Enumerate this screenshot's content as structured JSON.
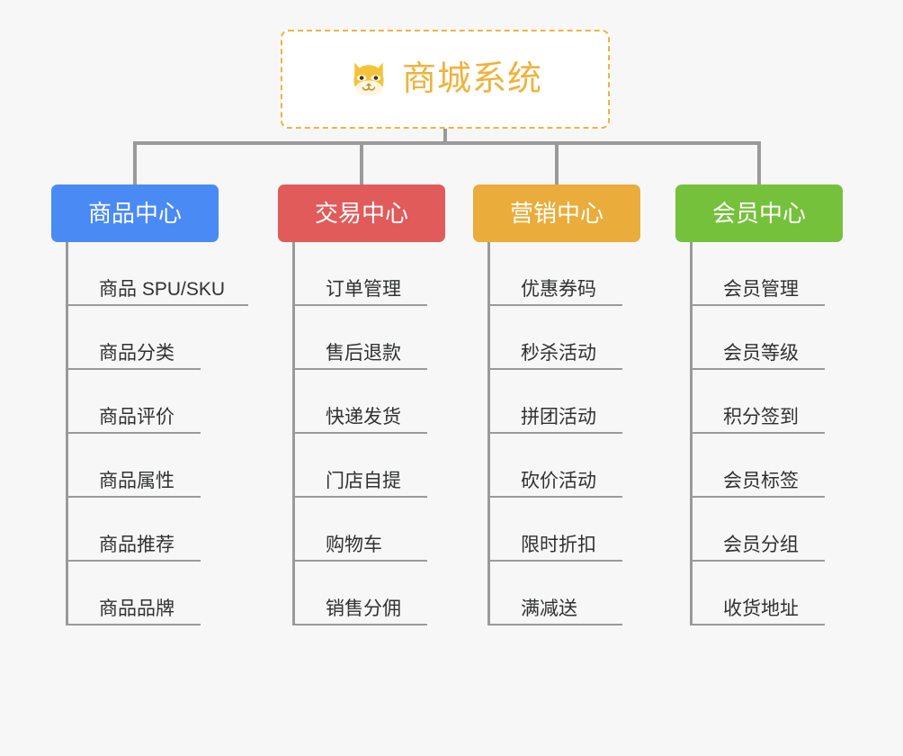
{
  "diagram": {
    "type": "mindmap",
    "background_color": "#f7f7f7",
    "connector_color": "#9a9a9a",
    "root": {
      "title": "商城系统",
      "icon": "dog-face-icon",
      "text_color": "#f0b23c",
      "border_color": "#f0b33e",
      "border_style": "dashed",
      "background_color": "#ffffff"
    },
    "categories": [
      {
        "label": "商品中心",
        "color": "#4a8af4",
        "items": [
          "商品 SPU/SKU",
          "商品分类",
          "商品评价",
          "商品属性",
          "商品推荐",
          "商品品牌"
        ]
      },
      {
        "label": "交易中心",
        "color": "#e15b5b",
        "items": [
          "订单管理",
          "售后退款",
          "快递发货",
          "门店自提",
          "购物车",
          "销售分佣"
        ]
      },
      {
        "label": "营销中心",
        "color": "#eaac3a",
        "items": [
          "优惠券码",
          "秒杀活动",
          "拼团活动",
          "砍价活动",
          "限时折扣",
          "满减送"
        ]
      },
      {
        "label": "会员中心",
        "color": "#76c13c",
        "items": [
          "会员管理",
          "会员等级",
          "积分签到",
          "会员标签",
          "会员分组",
          "收货地址"
        ]
      }
    ]
  }
}
